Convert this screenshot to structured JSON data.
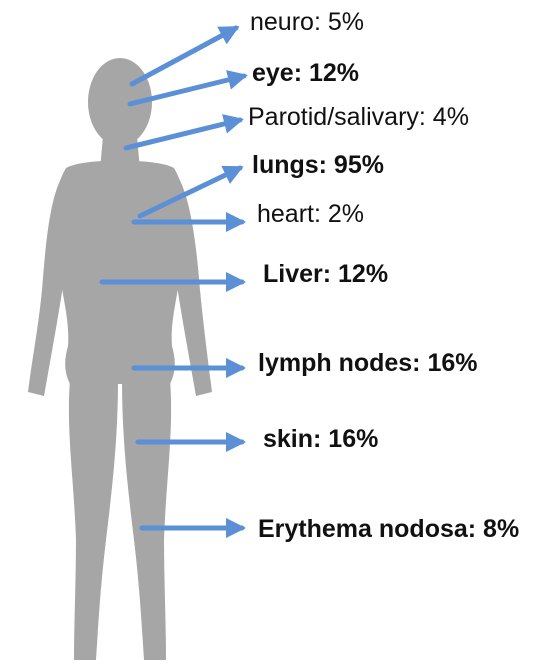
{
  "colors": {
    "silhouette": "#a6a6a6",
    "arrow": "#5b8fd6",
    "arrow_edge": "#3f6fb5",
    "text": "#111111"
  },
  "figure": {
    "icon": "human-silhouette-icon"
  },
  "labels": {
    "neuro": "neuro: 5%",
    "eye": "eye: 12%",
    "parotid": "Parotid/salivary: 4%",
    "lungs": "lungs: 95%",
    "heart": "heart: 2%",
    "liver": "Liver: 12%",
    "lymph_nodes": "lymph nodes: 16%",
    "skin": "skin: 16%",
    "erythema": "Erythema nodosa: 8%"
  }
}
